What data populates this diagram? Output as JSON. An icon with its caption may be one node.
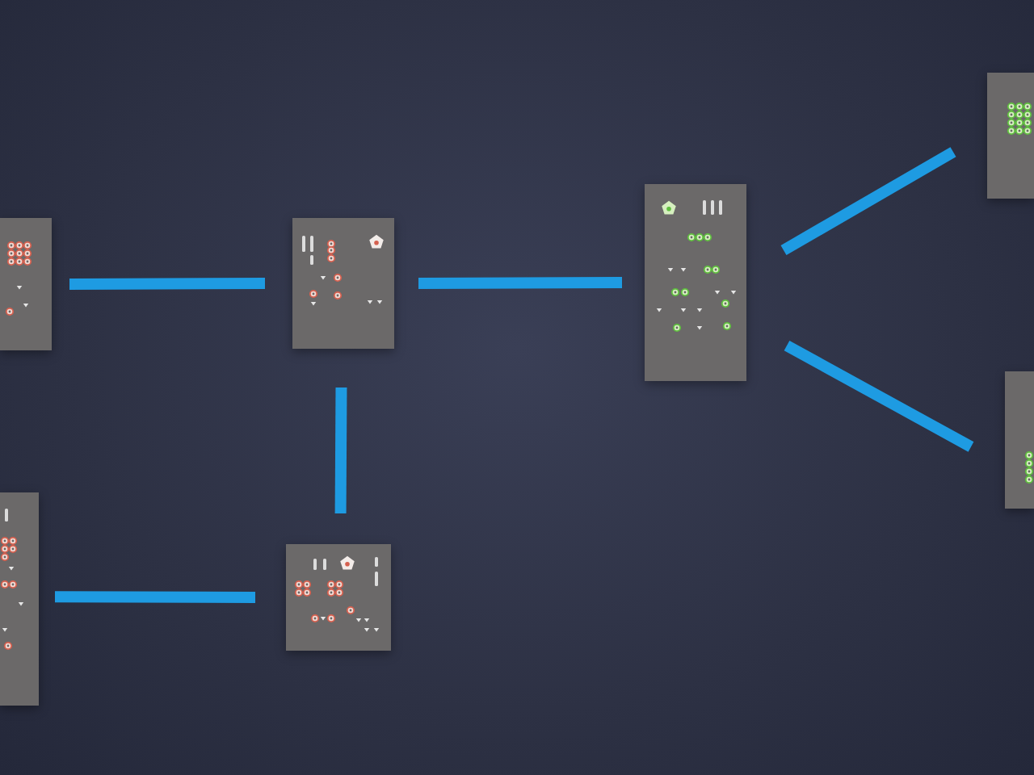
{
  "diagram": {
    "nodes": [
      {
        "text": [],
        "shape": "picture"
      },
      {
        "text": [],
        "shape": "picture"
      },
      {
        "text": [],
        "shape": "picture"
      },
      {
        "text": [],
        "shape": "picture"
      },
      {
        "text": [],
        "shape": "picture"
      },
      {
        "text": [],
        "shape": "picture"
      },
      {
        "text": [],
        "shape": "picture"
      }
    ],
    "edges": [
      {
        "from": 0,
        "to": 1,
        "arrow": "none"
      },
      {
        "from": 1,
        "to": 2,
        "arrow": "none"
      },
      {
        "from": 1,
        "to": 6,
        "arrow": "none"
      },
      {
        "from": 5,
        "to": 6,
        "arrow": "none"
      },
      {
        "from": 2,
        "to": 3,
        "arrow": "none"
      },
      {
        "from": 2,
        "to": 4,
        "arrow": "none"
      }
    ]
  }
}
